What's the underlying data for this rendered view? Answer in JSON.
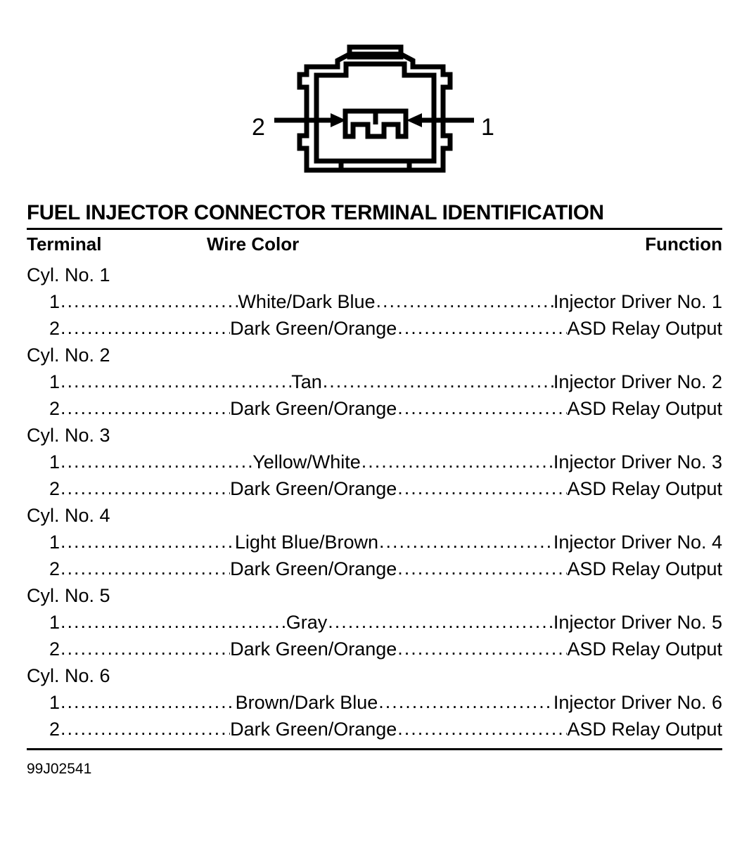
{
  "figure": {
    "name": "fuel-injector-connector-face-view",
    "callouts": [
      {
        "label": "2",
        "side": "left",
        "arrow": "arrow-right-icon"
      },
      {
        "label": "1",
        "side": "right",
        "arrow": "arrow-left-icon"
      }
    ]
  },
  "table": {
    "title": "FUEL INJECTOR CONNECTOR TERMINAL IDENTIFICATION",
    "headers": {
      "terminal": "Terminal",
      "wire_color": "Wire Color",
      "function": "Function"
    },
    "groups": [
      {
        "label": "Cyl. No. 1",
        "rows": [
          {
            "terminal": "1",
            "wire_color": "White/Dark Blue",
            "function": "Injector Driver No. 1"
          },
          {
            "terminal": "2",
            "wire_color": "Dark Green/Orange",
            "function": "ASD Relay Output"
          }
        ]
      },
      {
        "label": "Cyl. No. 2",
        "rows": [
          {
            "terminal": "1",
            "wire_color": "Tan",
            "function": "Injector Driver No. 2"
          },
          {
            "terminal": "2",
            "wire_color": "Dark Green/Orange",
            "function": "ASD Relay Output"
          }
        ]
      },
      {
        "label": "Cyl. No. 3",
        "rows": [
          {
            "terminal": "1",
            "wire_color": "Yellow/White",
            "function": "Injector Driver No. 3"
          },
          {
            "terminal": "2",
            "wire_color": "Dark Green/Orange",
            "function": "ASD Relay Output"
          }
        ]
      },
      {
        "label": "Cyl. No. 4",
        "rows": [
          {
            "terminal": "1",
            "wire_color": "Light Blue/Brown",
            "function": "Injector Driver No. 4"
          },
          {
            "terminal": "2",
            "wire_color": "Dark Green/Orange",
            "function": "ASD Relay Output"
          }
        ]
      },
      {
        "label": "Cyl. No. 5",
        "rows": [
          {
            "terminal": "1",
            "wire_color": "Gray",
            "function": "Injector Driver No. 5"
          },
          {
            "terminal": "2",
            "wire_color": "Dark Green/Orange",
            "function": "ASD Relay Output"
          }
        ]
      },
      {
        "label": "Cyl. No. 6",
        "rows": [
          {
            "terminal": "1",
            "wire_color": "Brown/Dark Blue",
            "function": "Injector Driver No. 6"
          },
          {
            "terminal": "2",
            "wire_color": "Dark Green/Orange",
            "function": "ASD Relay Output"
          }
        ]
      }
    ]
  },
  "footer": {
    "code": "99J02541"
  },
  "colors": {
    "ink": "#000000",
    "page": "#ffffff"
  }
}
